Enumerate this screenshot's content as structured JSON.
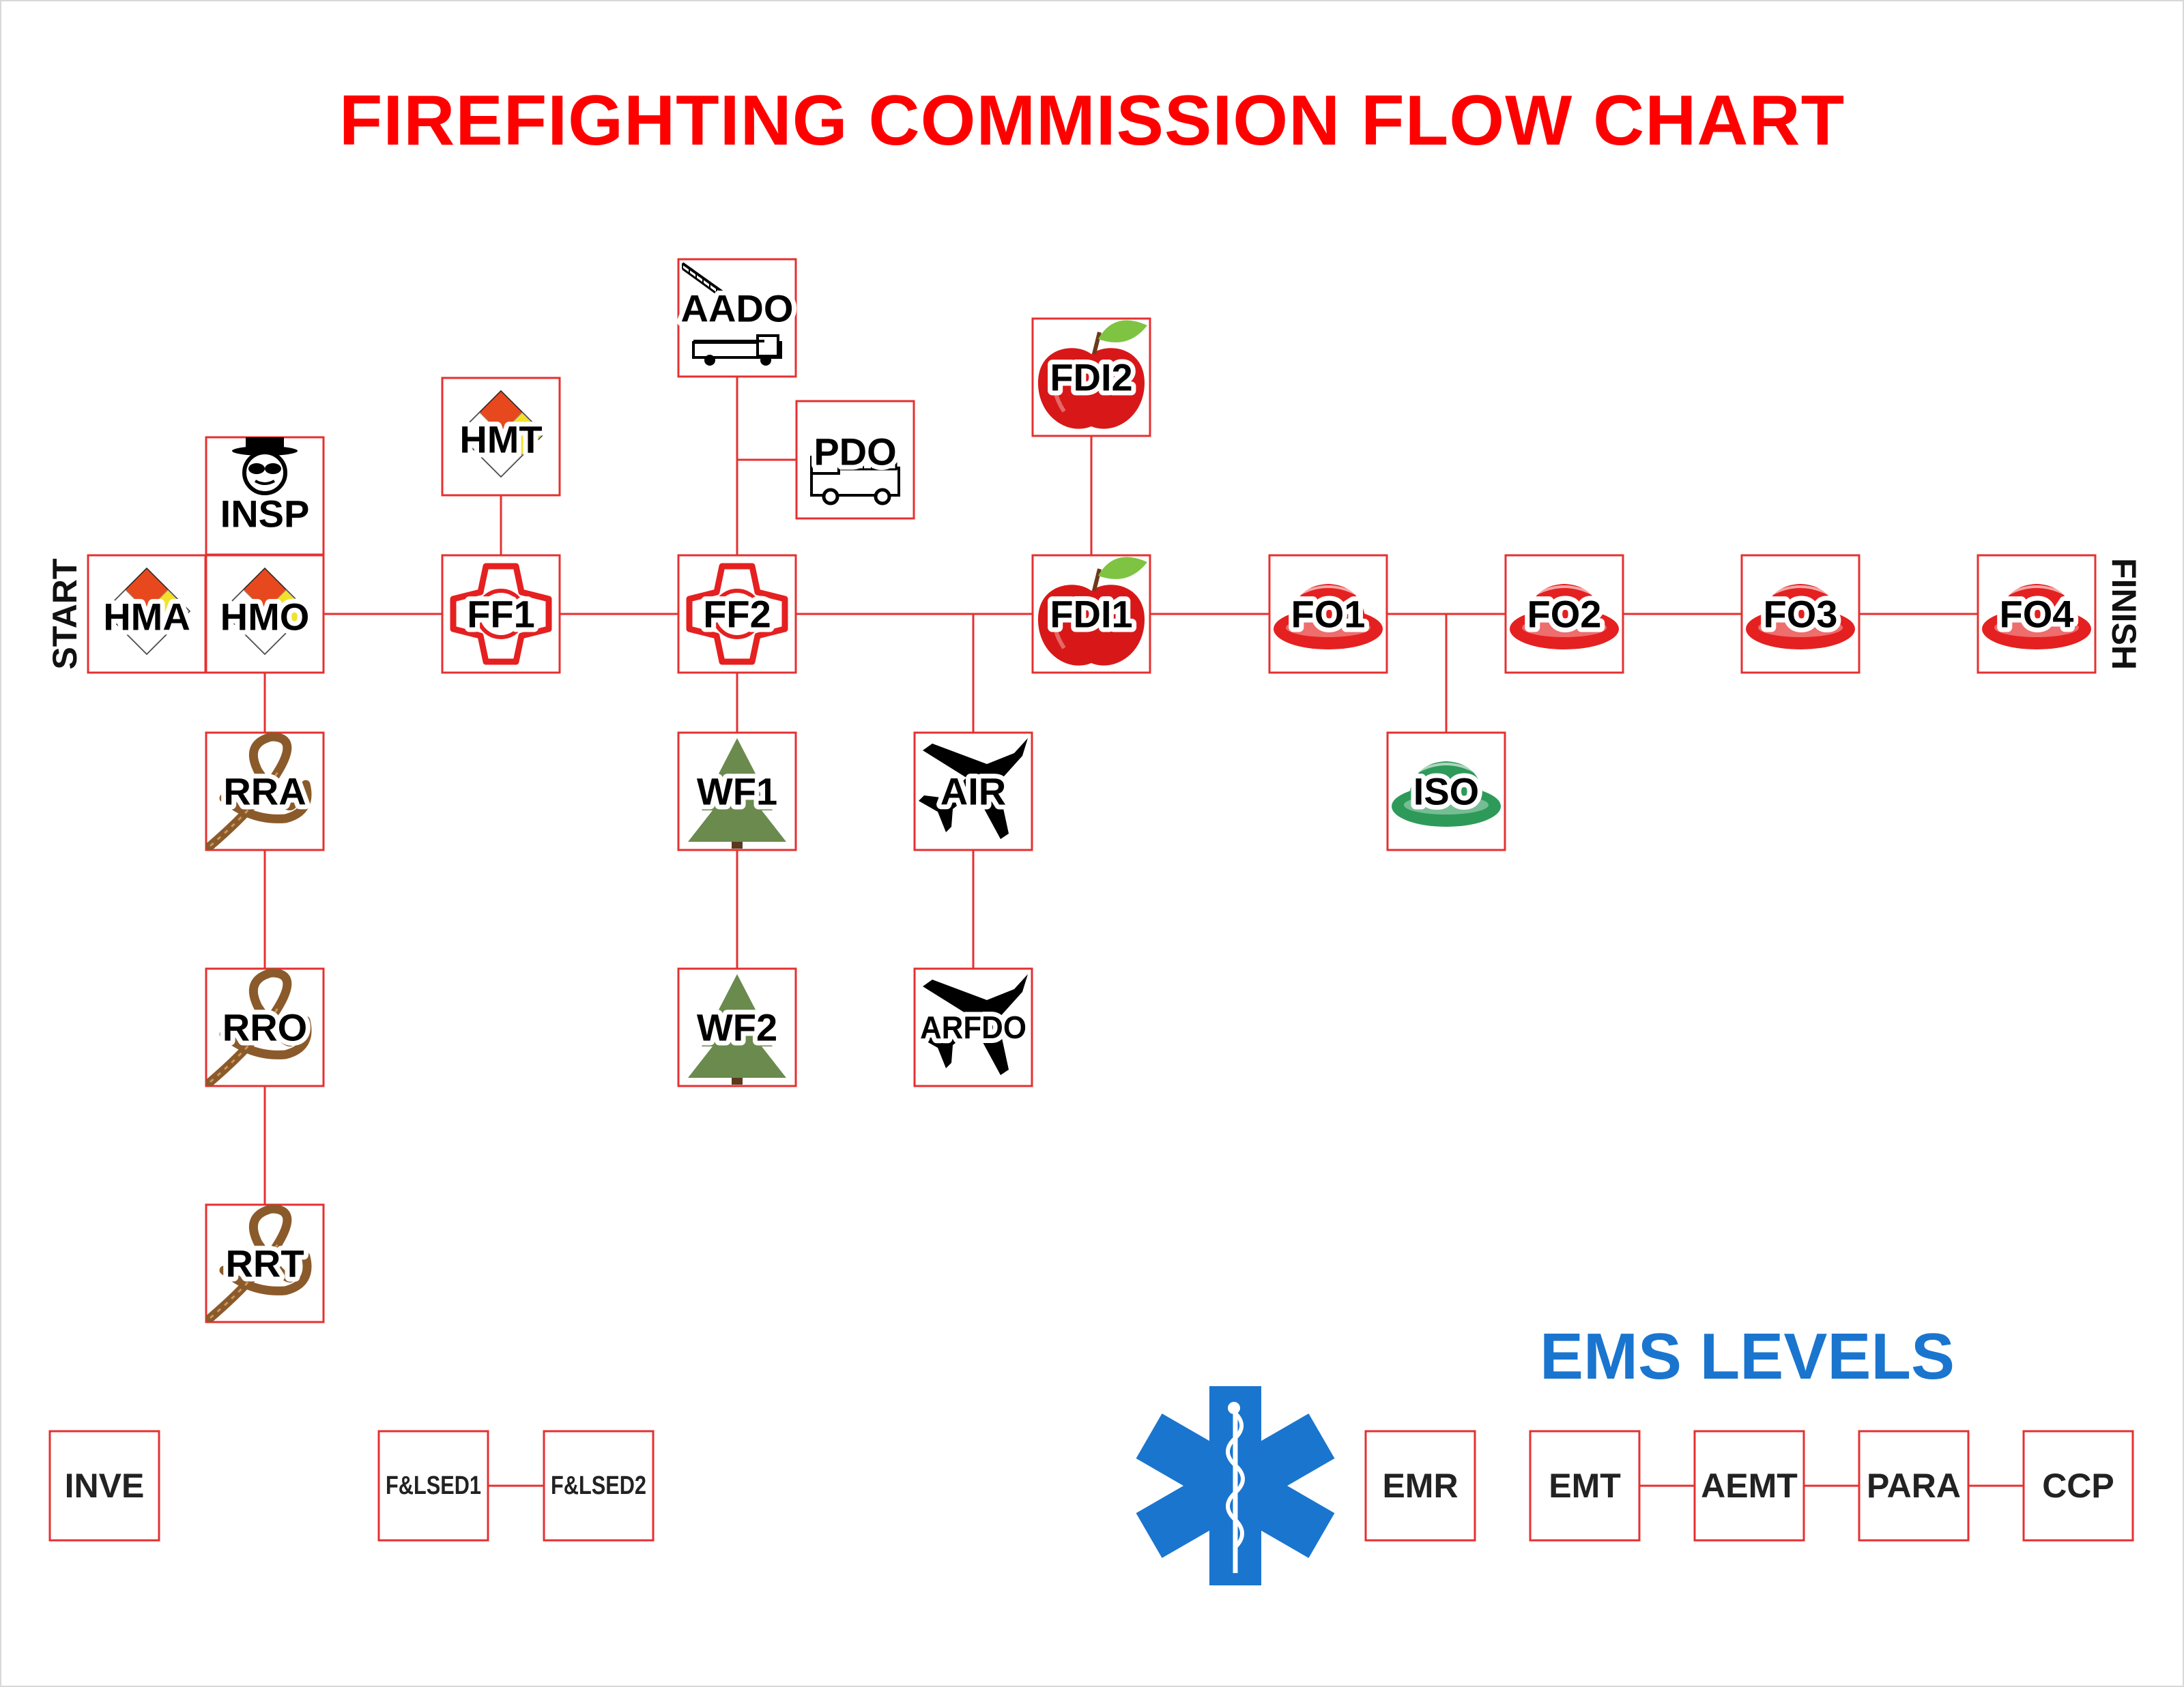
{
  "title": "FIREFIGHTING COMMISSION FLOW CHART",
  "start_label": "START",
  "finish_label": "FINISH",
  "ems_title": "EMS LEVELS",
  "colors": {
    "title": "#ff0000",
    "box_border": "#e53030",
    "connector": "#e53030",
    "ems_blue": "#1a75cf",
    "helmet_red": "#e52020",
    "helmet_green": "#2e9a5a",
    "apple_red": "#d81818",
    "leaf_green": "#7ec442",
    "rope_brown": "#8b5a2b",
    "tree_green": "#6b8a4e"
  },
  "nodes": {
    "hma": {
      "label": "HMA",
      "icon": "hazmat-diamond-icon"
    },
    "hmo": {
      "label": "HMO",
      "icon": "hazmat-diamond-icon"
    },
    "hmt": {
      "label": "HMT",
      "icon": "hazmat-diamond-icon"
    },
    "insp": {
      "label": "INSP",
      "icon": "inspector-hat-icon"
    },
    "ff1": {
      "label": "FF1",
      "icon": "maltese-cross-icon"
    },
    "ff2": {
      "label": "FF2",
      "icon": "maltese-cross-icon"
    },
    "aado": {
      "label": "AADO",
      "icon": "aerial-ladder-truck-icon"
    },
    "pdo": {
      "label": "PDO",
      "icon": "pumper-truck-icon"
    },
    "fdi1": {
      "label": "FDI1",
      "icon": "apple-icon"
    },
    "fdi2": {
      "label": "FDI2",
      "icon": "apple-icon"
    },
    "fo1": {
      "label": "FO1",
      "icon": "red-helmet-icon"
    },
    "fo2": {
      "label": "FO2",
      "icon": "red-helmet-icon"
    },
    "fo3": {
      "label": "FO3",
      "icon": "red-helmet-icon"
    },
    "fo4": {
      "label": "FO4",
      "icon": "red-helmet-icon"
    },
    "iso": {
      "label": "ISO",
      "icon": "green-helmet-icon"
    },
    "rra": {
      "label": "RRA",
      "icon": "rope-icon"
    },
    "rro": {
      "label": "RRO",
      "icon": "rope-icon"
    },
    "rrt": {
      "label": "RRT",
      "icon": "rope-icon"
    },
    "wf1": {
      "label": "WF1",
      "icon": "pine-tree-icon"
    },
    "wf2": {
      "label": "WF2",
      "icon": "pine-tree-icon"
    },
    "air": {
      "label": "AIR",
      "icon": "airplane-icon"
    },
    "arfdo": {
      "label": "ARFDO",
      "icon": "airplane-icon"
    },
    "inve": {
      "label": "INVE"
    },
    "flsed1": {
      "label": "F&LSED1"
    },
    "flsed2": {
      "label": "F&LSED2"
    },
    "emr": {
      "label": "EMR"
    },
    "emt": {
      "label": "EMT"
    },
    "aemt": {
      "label": "AEMT"
    },
    "para": {
      "label": "PARA"
    },
    "ccp": {
      "label": "CCP"
    }
  },
  "connections": [
    [
      "hma",
      "hmo"
    ],
    [
      "hmo",
      "ff1"
    ],
    [
      "ff1",
      "ff2"
    ],
    [
      "ff2",
      "fdi1"
    ],
    [
      "fdi1",
      "fo1"
    ],
    [
      "fo1",
      "fo2"
    ],
    [
      "fo2",
      "fo3"
    ],
    [
      "fo3",
      "fo4"
    ],
    [
      "insp",
      "rra"
    ],
    [
      "rra",
      "rro"
    ],
    [
      "rro",
      "rrt"
    ],
    [
      "hmt",
      "ff1"
    ],
    [
      "aado",
      "wf1"
    ],
    [
      "pdo",
      "aado"
    ],
    [
      "wf1",
      "wf2"
    ],
    [
      "ff2",
      "air"
    ],
    [
      "air",
      "arfdo"
    ],
    [
      "fdi2",
      "fdi1"
    ],
    [
      "fo1",
      "iso"
    ],
    [
      "flsed1",
      "flsed2"
    ],
    [
      "emt",
      "aemt"
    ],
    [
      "aemt",
      "para"
    ],
    [
      "para",
      "ccp"
    ]
  ],
  "ems_icon": "star-of-life-icon"
}
